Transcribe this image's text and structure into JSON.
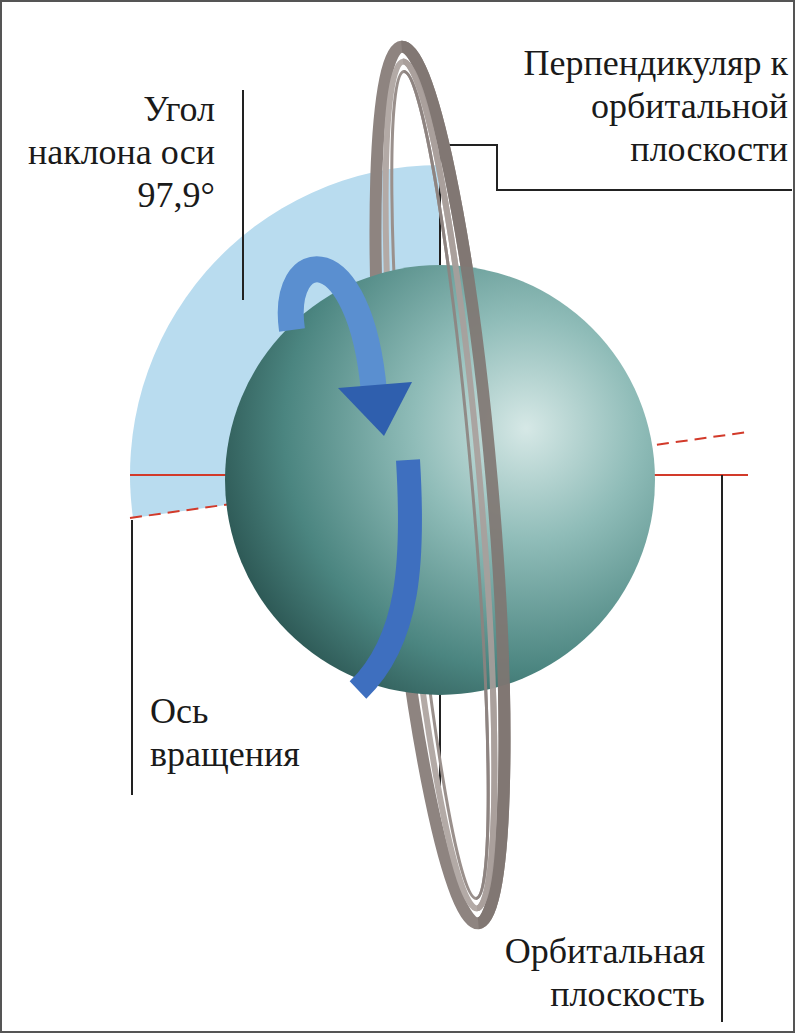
{
  "diagram": {
    "labels": [
      "Угол наклона оси 97,9°",
      "Перпендикуляр к орбитальной плоскости",
      "Ось вращения",
      "Орбитальная плоскость"
    ]
  }
}
